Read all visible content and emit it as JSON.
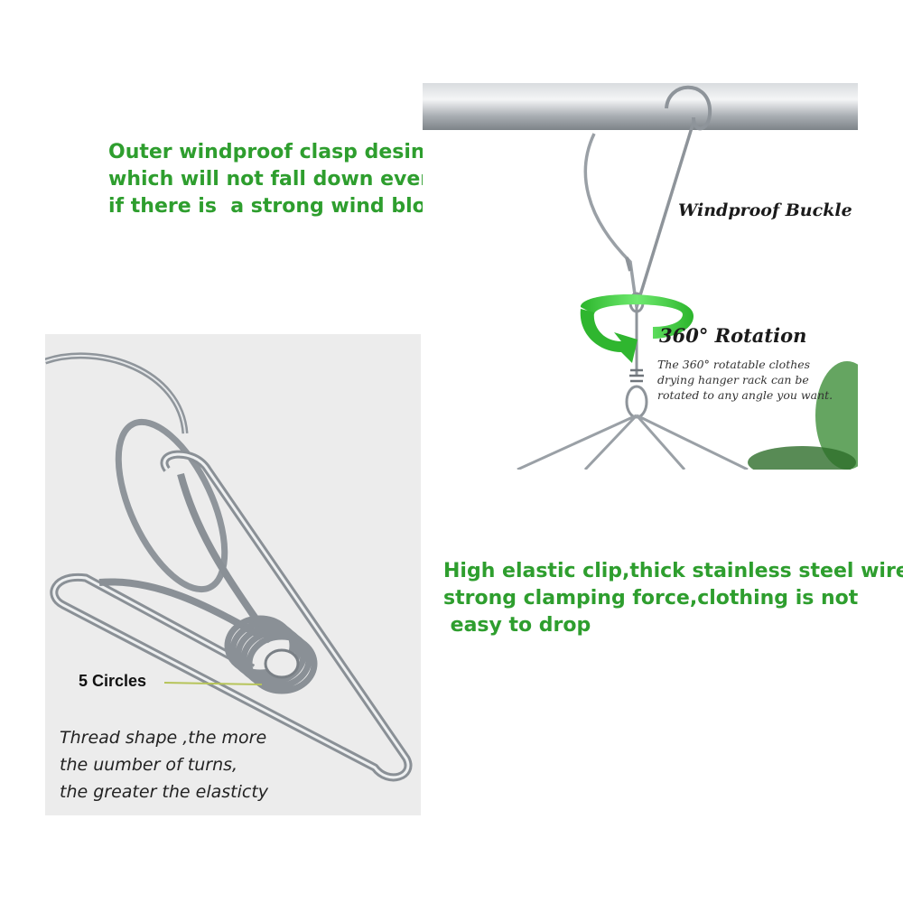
{
  "top_caption": {
    "line1": "Outer windproof clasp desing,",
    "line2": "which will not fall down even",
    "line3": "if there is  a strong wind blowing"
  },
  "hanger_photo": {
    "buckle_label": "Windproof Buckle",
    "rotation_label": "360° Rotation",
    "rotation_desc": {
      "line1": "The 360° rotatable clothes",
      "line2": "drying hanger rack can be",
      "line3": "rotated to any angle you want."
    }
  },
  "clip_photo": {
    "circles_label": "5 Circles",
    "thread_text": {
      "line1": "Thread shape ,the more",
      "line2": "the uumber of turns,",
      "line3": "the greater the elasticty"
    }
  },
  "bottom_caption": {
    "line1": "High elastic clip,thick stainless steel wire",
    "line2": "strong clamping force,clothing is not",
    "line3": " easy to drop"
  },
  "colors": {
    "caption_green": "#2e9e2e",
    "arrow_green": "#3ecf3e",
    "steel": "#9aa0a6"
  }
}
